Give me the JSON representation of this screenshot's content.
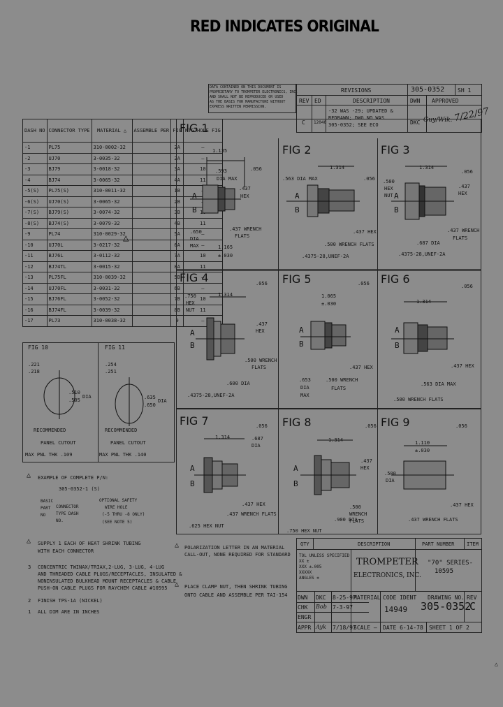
{
  "header": {
    "stamp": "RED INDICATES ORIGINAL"
  },
  "proprietary_note": [
    "DATA CONTAINED ON THIS DOCUMENT IS",
    "PROPRIETARY TO TROMPETER ELECTRONICS, INC.",
    "AND SHALL NOT BE REPRODUCED OR USED",
    "AS THE BASIS FOR MANUFACTURE WITHOUT",
    "EXPRESS WRITTEN PERMISSION."
  ],
  "revisions": {
    "title": "REVISIONS",
    "doc_no": "305-0352",
    "sheet": "SH 1",
    "cols": [
      "REV",
      "ED",
      "DESCRIPTION",
      "DWN",
      "APPROVED"
    ],
    "row": {
      "rev": "C",
      "ed": "12040",
      "desc": [
        "-32 WAS -29; UPDATED &",
        "REDRAWN; DWG NO WAS",
        "305-0352; SEE ECO"
      ],
      "dwn": "DKC",
      "approved": "Guy/Wik.",
      "date": "7/22/97"
    }
  },
  "dash_table": {
    "headers": [
      "DASH NO",
      "CONNECTOR TYPE",
      "MATERIAL",
      "ASSEMBLE PER",
      "FIG",
      "MTG HOLE FIG"
    ],
    "rows": [
      [
        "-1",
        "PL75",
        "310-0002-32",
        "2A",
        "—"
      ],
      [
        "-2",
        "UJ70",
        "3-0035-32",
        "2A",
        "—"
      ],
      [
        "-3",
        "BJ79",
        "3-0018-32",
        "3A",
        "10"
      ],
      [
        "-4",
        "BJ74",
        "3-0065-32",
        "4A",
        "11"
      ],
      [
        "-5(S)",
        "PL75(S)",
        "310-0011-32",
        "1B",
        "—"
      ],
      [
        "-6(S)",
        "UJ70(S)",
        "3-0065-32",
        "2B",
        "—"
      ],
      [
        "-7(S)",
        "BJ79(S)",
        "3-0074-32",
        "3B",
        "10"
      ],
      [
        "-8(S)",
        "BJ74(S)",
        "3-0079-32",
        "4B",
        "11"
      ],
      [
        "-9",
        "PL74",
        "310-0029-32",
        "5A",
        "—"
      ],
      [
        "-10",
        "UJ70L",
        "3-0217-32",
        "6A",
        "—"
      ],
      [
        "-11",
        "BJ76L",
        "3-0112-32",
        "7A",
        "10"
      ],
      [
        "-12",
        "BJ74TL",
        "3-0015-32",
        "8A",
        "11"
      ],
      [
        "-13",
        "PL75FL",
        "310-0039-32",
        "5B",
        "—"
      ],
      [
        "-14",
        "UJ70FL",
        "3-0031-32",
        "6B",
        "—"
      ],
      [
        "-15",
        "BJ76FL",
        "3-0052-32",
        "7B",
        "10"
      ],
      [
        "-16",
        "BJ74FL",
        "3-0039-32",
        "8B",
        "11"
      ],
      [
        "-17",
        "PL73",
        "310-0038-32",
        "9",
        "—"
      ]
    ]
  },
  "figures": [
    "FIG 1",
    "FIG 2",
    "FIG 3",
    "FIG 4",
    "FIG 5",
    "FIG 6",
    "FIG 7",
    "FIG 8",
    "FIG 9",
    "FIG 10",
    "FIG 11"
  ],
  "dims": {
    "f1": [
      "1.135",
      ".056",
      ".593",
      "DIA MAX",
      ".437",
      "HEX",
      ".650",
      "DIA",
      "MAX",
      ".437 WRENCH",
      "FLATS",
      "1.165",
      "±.030"
    ],
    "f2": [
      "1.314",
      ".563 DIA MAX",
      ".056",
      ".437 HEX",
      ".500 WRENCH FLATS",
      ".4375-28,UNEF-2A"
    ],
    "f3": [
      "1.314",
      ".056",
      ".500",
      "HEX",
      "NUT",
      ".437",
      "HEX",
      ".437 WRENCH",
      "FLATS",
      ".687 DIA",
      ".4375-28,UNEF-2A"
    ],
    "f4": [
      "1.314",
      ".056",
      ".750",
      "HEX",
      "NUT",
      ".437",
      "HEX",
      ".500 WRENCH",
      "FLATS",
      ".600 DIA",
      ".4375-28,UNEF-2A"
    ],
    "f5": [
      "1.065",
      "±.030",
      ".056",
      ".437 HEX",
      ".500 WRENCH",
      "FLATS",
      ".653",
      "DIA",
      "MAX"
    ],
    "f6": [
      "1.314",
      ".056",
      ".437 HEX",
      ".563 DIA MAX",
      ".500 WRENCH FLATS"
    ],
    "f7": [
      "1.314",
      ".056",
      ".687",
      "DIA",
      ".437 HEX",
      ".437 WRENCH FLATS",
      ".625 HEX NUT"
    ],
    "f8": [
      "1.314",
      ".056",
      ".437",
      "HEX",
      ".500",
      "WRENCH",
      "FLATS",
      ".900 DIA",
      ".750 HEX NUT"
    ],
    "f9": [
      "1.110",
      "±.030",
      ".056",
      ".500",
      "DIA",
      ".437 HEX",
      ".437 WRENCH FLATS"
    ],
    "f10": [
      ".221",
      ".218",
      ".510",
      ".505",
      "DIA",
      "RECOMMENDED",
      "PANEL CUTOUT",
      "MAX PNL THK .109"
    ],
    "f11": [
      ".254",
      ".251",
      ".635",
      ".650",
      "DIA",
      "RECOMMENDED",
      "PANEL CUTOUT",
      "MAX PNL THK .140"
    ]
  },
  "notes": {
    "example_title": "EXAMPLE OF COMPLETE P/N:",
    "example_pn": "305-0352-1 (S)",
    "example_labels": [
      "BASIC",
      "PART",
      "NO",
      "CONNECTOR",
      "TYPE DASH",
      "NO.",
      "OPTIONAL SAFETY",
      "WIRE HOLE",
      "(-5 THRU -8 ONLY)",
      "(SEE NOTE 5)"
    ],
    "list": [
      "SUPPLY 1 EACH OF HEAT SHRINK TUBING",
      "WITH EACH CONNECTOR",
      "CONCENTRIC TWINAX/TRIAX,2-LUG, 3-LUG, 4-LUG",
      "AND THREADED CABLE PLUGS/RECEPTACLES, INSULATED &",
      "NONINSULATED BULKHEAD MOUNT RECEPTACLES & CABLE",
      "PUSH-ON CABLE PLUGS FOR RAYCHEM CABLE #10595",
      "FINISH TPS-1A (NICKEL)",
      "ALL DIM ARE IN INCHES"
    ],
    "num": [
      "3",
      "2",
      "1"
    ],
    "polar": [
      "POLARIZATION LETTER IN AN MATERIAL",
      "CALL-OUT, NONE REQUIRED FOR STANDARD"
    ],
    "place": [
      "PLACE CLAMP NUT, THEN SHRINK TUBING",
      "ONTO CABLE AND ASSEMBLE PER TAI-154"
    ]
  },
  "title_block": {
    "cols": [
      "QTY",
      "DESCRIPTION",
      "PART NUMBER",
      "ITEM"
    ],
    "tol": [
      "TOL UNLESS SPECIFIED",
      "XX ±",
      "XXX ±.005",
      "XXXXX",
      "ANGLES ±"
    ],
    "company": [
      "TROMPETER",
      "ELECTRONICS, INC."
    ],
    "name": [
      "\"70\" SERIES-",
      "10595"
    ],
    "dwn": "DWN",
    "dwn_by": "DKC",
    "dwn_date": "8-25-97",
    "chk": "CHK",
    "chk_by": "Bob",
    "chk_date": "7-3-97",
    "engr": "ENGR",
    "appr": "APPR",
    "appr_by": "Ayk",
    "appr_date": "7/18/97",
    "material": "MATERIAL",
    "code_ident": "CODE IDENT",
    "code": "14949",
    "drawing_no_label": "DRAWING NO.",
    "drawing_no": "305-0352",
    "rev_label": "REV",
    "rev": "C",
    "scale": "SCALE —",
    "date": "DATE 6-14-78",
    "sheet": "SHEET 1 OF 2"
  }
}
